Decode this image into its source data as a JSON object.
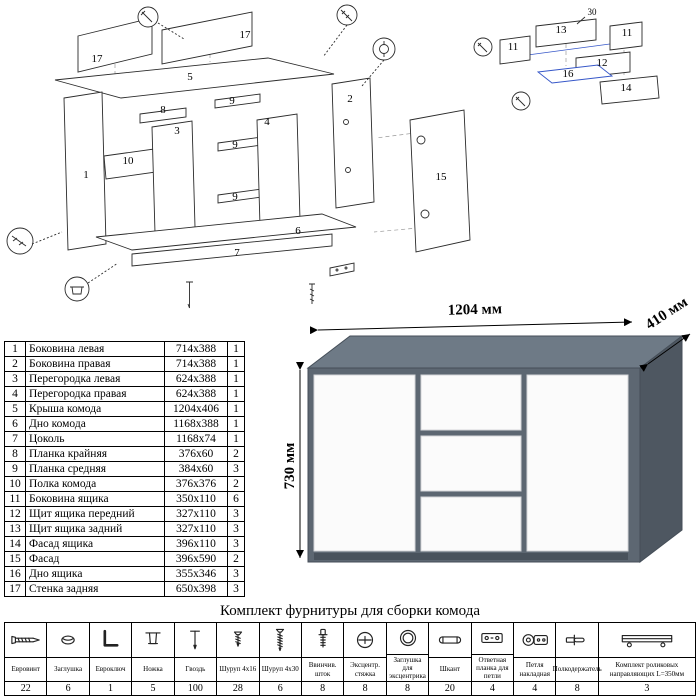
{
  "diagram": {
    "n1": "1",
    "n2": "2",
    "n3": "3",
    "n4": "4",
    "n5": "5",
    "n6": "6",
    "n7": "7",
    "n8": "8",
    "n9": "9",
    "n10": "10",
    "n11": "11",
    "n12": "12",
    "n13": "13",
    "n14": "14",
    "n15": "15",
    "n16": "16",
    "n17": "17",
    "offset30": "30"
  },
  "product": {
    "width_label": "1204 мм",
    "depth_label": "410 мм",
    "height_label": "730 мм",
    "carcass_color": "#5d6772",
    "front_color": "#fbfbfb"
  },
  "parts_table": {
    "rows": [
      {
        "num": "1",
        "name": "Боковина левая",
        "size": "714x388",
        "qty": "1"
      },
      {
        "num": "2",
        "name": "Боковина правая",
        "size": "714x388",
        "qty": "1"
      },
      {
        "num": "3",
        "name": "Перегородка левая",
        "size": "624x388",
        "qty": "1"
      },
      {
        "num": "4",
        "name": "Перегородка правая",
        "size": "624x388",
        "qty": "1"
      },
      {
        "num": "5",
        "name": "Крыша комода",
        "size": "1204x406",
        "qty": "1"
      },
      {
        "num": "6",
        "name": "Дно комода",
        "size": "1168x388",
        "qty": "1"
      },
      {
        "num": "7",
        "name": "Цоколь",
        "size": "1168x74",
        "qty": "1"
      },
      {
        "num": "8",
        "name": "Планка крайняя",
        "size": "376x60",
        "qty": "2"
      },
      {
        "num": "9",
        "name": "Планка средняя",
        "size": "384x60",
        "qty": "3"
      },
      {
        "num": "10",
        "name": "Полка комода",
        "size": "376x376",
        "qty": "2"
      },
      {
        "num": "11",
        "name": "Боковина ящика",
        "size": "350x110",
        "qty": "6"
      },
      {
        "num": "12",
        "name": "Щит ящика передний",
        "size": "327x110",
        "qty": "3"
      },
      {
        "num": "13",
        "name": "Щит ящика задний",
        "size": "327x110",
        "qty": "3"
      },
      {
        "num": "14",
        "name": "Фасад ящика",
        "size": "396x110",
        "qty": "3"
      },
      {
        "num": "15",
        "name": "Фасад",
        "size": "396x590",
        "qty": "2"
      },
      {
        "num": "16",
        "name": "Дно ящика",
        "size": "355x346",
        "qty": "3"
      },
      {
        "num": "17",
        "name": "Стенка задняя",
        "size": "650x398",
        "qty": "3"
      }
    ]
  },
  "hardware": {
    "title": "Комплект фурнитуры для сборки комода",
    "items": [
      {
        "icon": "confirmat-screw",
        "name": "Евровинт",
        "qty": "22"
      },
      {
        "icon": "cap",
        "name": "Заглушка",
        "qty": "6"
      },
      {
        "icon": "hex-key",
        "name": "Евроключ",
        "qty": "1"
      },
      {
        "icon": "furniture-leg",
        "name": "Ножка",
        "qty": "5"
      },
      {
        "icon": "nail",
        "name": "Гвоздь",
        "qty": "100"
      },
      {
        "icon": "screw-4x16",
        "name": "Шуруп 4x16",
        "qty": "28"
      },
      {
        "icon": "screw-4x30",
        "name": "Шуруп 4x30",
        "qty": "6"
      },
      {
        "icon": "minifix-bolt",
        "name": "Ввинчив. шток",
        "qty": "8"
      },
      {
        "icon": "cam-lock",
        "name": "Эксцентр. стяжка",
        "qty": "8"
      },
      {
        "icon": "cam-cap",
        "name": "Заглушка для эксцентрика",
        "qty": "8"
      },
      {
        "icon": "wooden-dowel",
        "name": "Шкант",
        "qty": "20"
      },
      {
        "icon": "hinge-plate",
        "name": "Ответная планка для петли",
        "qty": "4"
      },
      {
        "icon": "hinge",
        "name": "Петля накладная",
        "qty": "4"
      },
      {
        "icon": "shelf-support",
        "name": "Полкодержатель",
        "qty": "8"
      },
      {
        "icon": "roller-guides",
        "name": "Комплект роликовых направляющих L=350мм",
        "qty": "3"
      }
    ]
  }
}
